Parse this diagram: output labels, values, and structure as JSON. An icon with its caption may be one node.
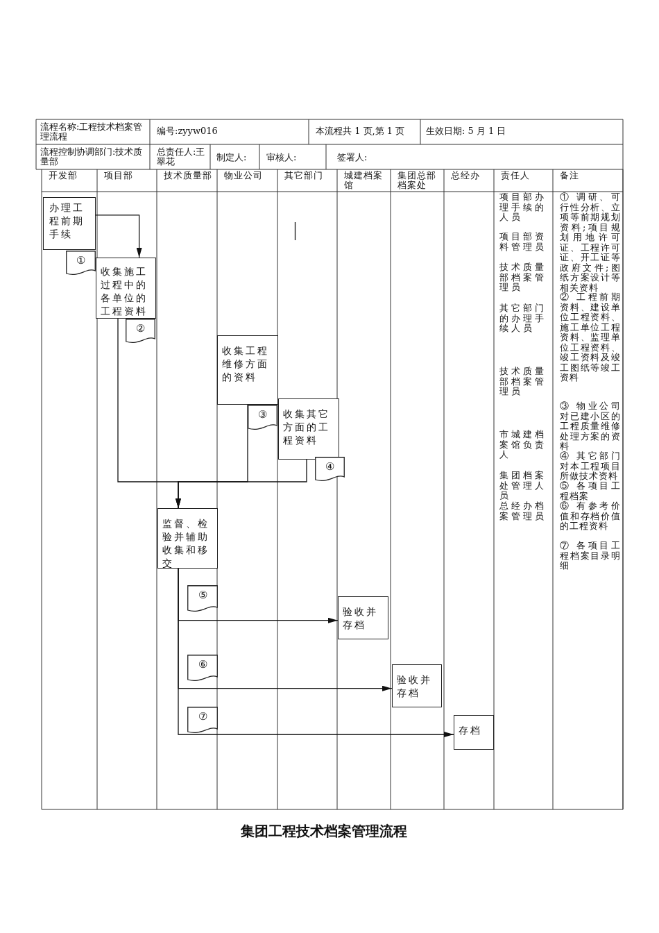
{
  "diagram": {
    "title": "集团工程技术档案管理流程",
    "nodes": [
      {
        "text": [
          "办理工程前期手续"
        ]
      },
      {
        "text": [
          "①"
        ]
      },
      {
        "text": [
          "收集施工过程中的各单位的工程资料"
        ]
      },
      {
        "text": [
          "②"
        ]
      },
      {
        "text": [
          "收集工程维修方面的资料"
        ]
      },
      {
        "text": [
          "③"
        ]
      },
      {
        "text": [
          "收集其它方面的工程资料"
        ]
      },
      {
        "text": [
          "④"
        ]
      },
      {
        "text": [
          "监督、检验并辅助收集和移交"
        ]
      },
      {
        "text": [
          "⑤"
        ]
      },
      {
        "text": [
          "验收并存档"
        ]
      },
      {
        "text": [
          "⑥"
        ]
      },
      {
        "text": [
          "验收并存档"
        ]
      },
      {
        "text": [
          "⑦"
        ]
      },
      {
        "text": [
          "存档"
        ]
      }
    ],
    "edges": [
      {
        "from": 0,
        "to": 2,
        "arrow": "to"
      },
      {
        "from": 2,
        "to": 8,
        "arrow": "to"
      },
      {
        "from": 4,
        "to": 8,
        "arrow": "to"
      },
      {
        "from": 6,
        "to": 8,
        "arrow": "to"
      },
      {
        "from": 8,
        "to": 10,
        "arrow": "to"
      },
      {
        "from": 8,
        "to": 12,
        "arrow": "to"
      },
      {
        "from": 8,
        "to": 14,
        "arrow": "to"
      }
    ],
    "labels": [
      "流程名称:工程技术档案管理流程",
      "编号:zyyw016",
      "本流程共 1 页,第 1 页",
      "生效日期: 5 月 1 日",
      "流程控制协调部门:技术质量部",
      "总责任人:王翠花",
      "制定人:",
      "审核人:",
      "签署人:",
      "开发部",
      "项目部",
      "技术质量部",
      "物业公司",
      "其它部门",
      "城建档案馆",
      "集团总部档案处",
      "总经办",
      "责任人",
      "备注",
      "项目部办理手续的人员",
      "项目部资料管理员",
      "技术质量部档案管理员",
      "其它部门的办理手续人员",
      "技术质量部档案管理员",
      "市城建档案馆负责人",
      "集团档案处管理人员",
      "总经办档案管理员",
      "① 调研、可行性分析、立项等前期规划资料;项目规划用地许可证、工程许可证、开工证等政府文件;图纸方案设计等相关资料",
      "② 工程前期资料、建设单位工程资料、施工单位工程资料、监理单位工程资料、竣工资料及竣工图纸等竣工资料",
      "③ 物业公司对已建小区的工程质量维修处理方案的资料",
      "④ 其它部门对本工程项目所做技术资料",
      "⑤ 各项目工程档案",
      "⑥ 有参考价值和存档价值的工程资料",
      "⑦ 各项目工程档案目录明细"
    ]
  }
}
